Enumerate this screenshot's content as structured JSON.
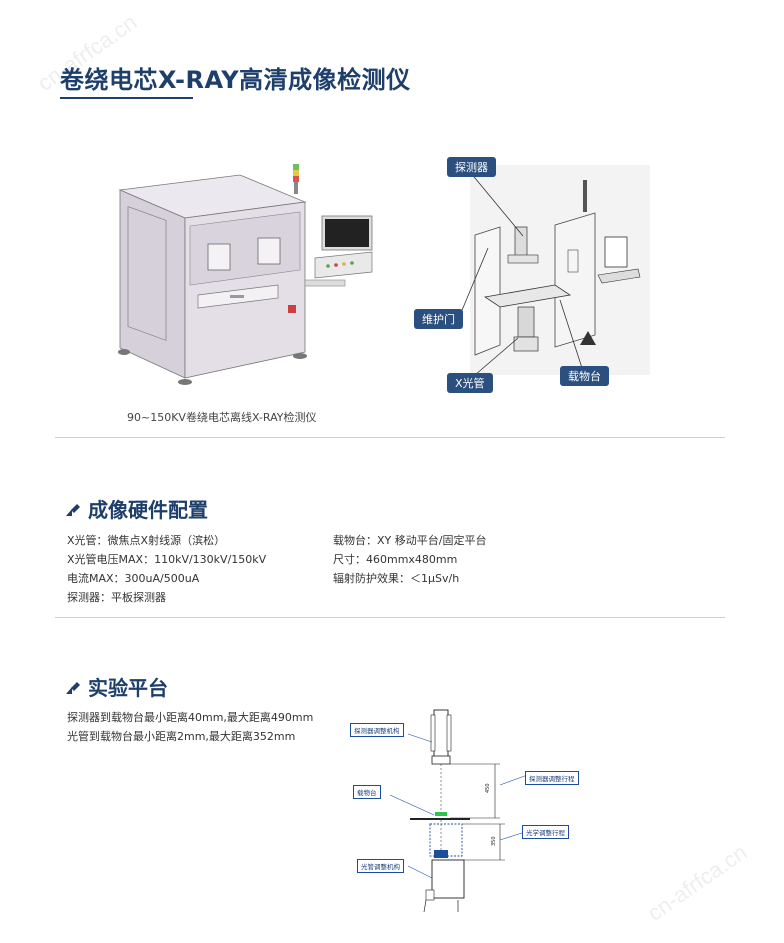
{
  "watermarks": [
    "cn-afrfca.cn",
    "cn-afrfca.cn"
  ],
  "title": "卷绕电芯X-RAY高清成像检测仪",
  "machine_caption": "90~150KV卷绕电芯离线X-RAY检测仪",
  "callouts": {
    "detector": "探测器",
    "door": "维护门",
    "tube": "X光管",
    "stage": "载物台"
  },
  "section_hardware": {
    "title": "成像硬件配置",
    "left": [
      "X光管：微焦点X射线源（滨松）",
      "X光管电压MAX：110kV/130kV/150kV",
      "电流MAX：300uA/500uA",
      "探测器：平板探测器"
    ],
    "right": [
      "载物台：XY 移动平台/固定平台",
      "尺寸：460mmx480mm",
      "辐射防护效果：＜1μSv/h"
    ]
  },
  "section_platform": {
    "title": "实验平台",
    "lines": [
      "探测器到载物台最小距离40mm,最大距离490mm",
      "光管到载物台最小距离2mm,最大距离352mm"
    ]
  },
  "diagram": {
    "labels": {
      "detector_mech": "探测器调整机构",
      "detector_travel": "探测器调整行程",
      "stage": "载物台",
      "optical_travel": "光学调整行程",
      "tube_mech": "光管调整机构"
    },
    "dim_upper": "450",
    "dim_lower": "350"
  },
  "colors": {
    "title": "#1e3f6b",
    "callout_bg": "#2b4f7e",
    "diagram_blue": "#1d4e9e",
    "cabinet": "#dcd7df"
  }
}
